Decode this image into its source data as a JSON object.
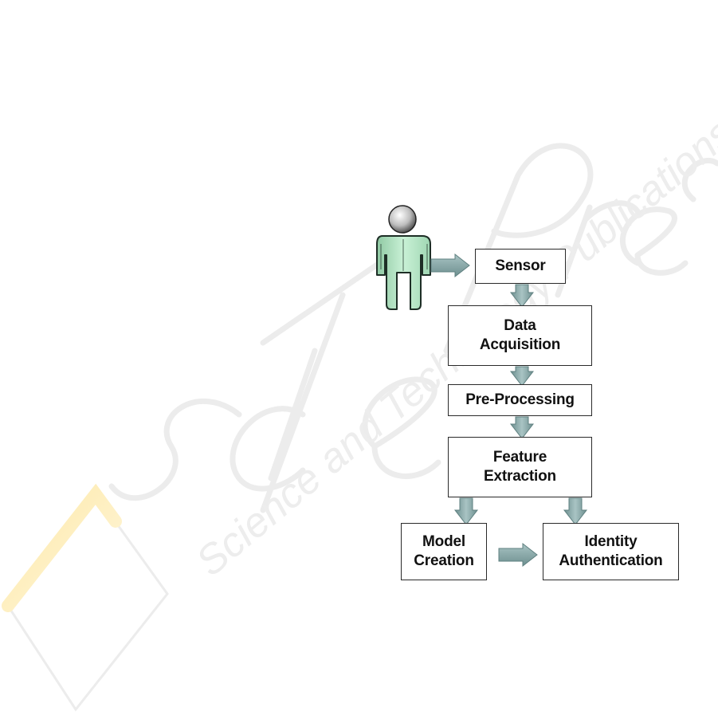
{
  "diagram": {
    "nodes": {
      "sensor": {
        "lines": [
          "Sensor"
        ]
      },
      "data_acquisition": {
        "lines": [
          "Data",
          "Acquisition"
        ]
      },
      "pre_processing": {
        "lines": [
          "Pre-Processing"
        ]
      },
      "feature_extraction": {
        "lines": [
          "Feature",
          "Extraction"
        ]
      },
      "model_creation": {
        "lines": [
          "Model",
          "Creation"
        ]
      },
      "identity_authentication": {
        "lines": [
          "Identity",
          "Authentication"
        ]
      }
    },
    "edges": [
      {
        "from": "user",
        "to": "sensor"
      },
      {
        "from": "sensor",
        "to": "data_acquisition"
      },
      {
        "from": "data_acquisition",
        "to": "pre_processing"
      },
      {
        "from": "pre_processing",
        "to": "feature_extraction"
      },
      {
        "from": "feature_extraction",
        "to": "model_creation"
      },
      {
        "from": "feature_extraction",
        "to": "identity_authentication"
      },
      {
        "from": "model_creation",
        "to": "identity_authentication"
      }
    ]
  },
  "watermark": {
    "logo_text": "SciTePress",
    "tagline": "Science and Technology Publications"
  },
  "colors": {
    "arrow_fill": "#8fadad",
    "arrow_shade": "#5f8080",
    "figure_body": "#b6e6c6",
    "figure_outline": "#1e2e26",
    "box_border": "#2a2a2a",
    "watermark_gray": "#e6e6e6",
    "watermark_yellow": "#fbecb8"
  }
}
